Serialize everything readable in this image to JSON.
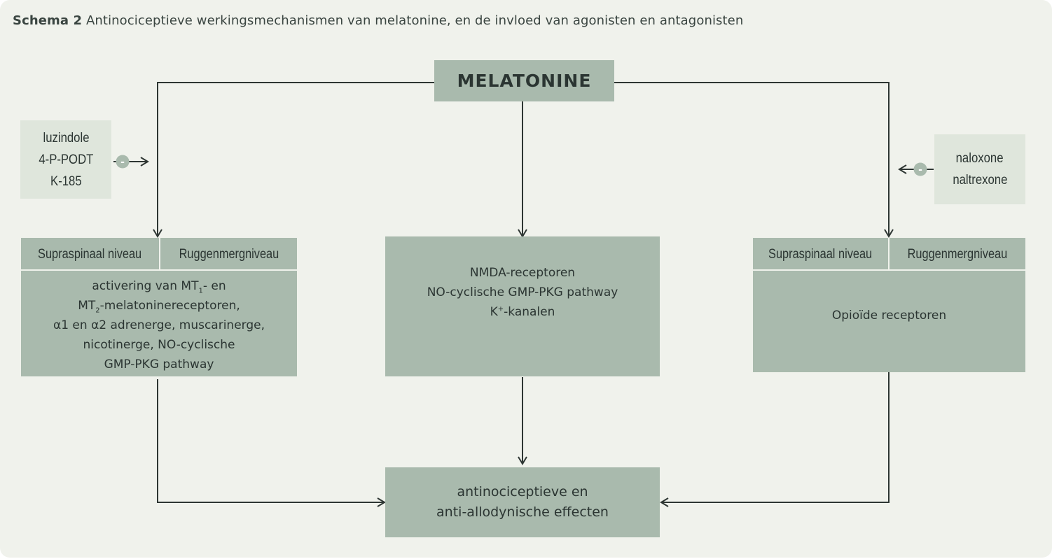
{
  "caption": {
    "label": "Schema 2",
    "text": "Antinociceptieve werkingsmechanismen van melatonine, en de invloed van agonisten en antagonisten"
  },
  "melatonine": "MELATONINE",
  "inhibitor_symbol": "-",
  "left_antagonists": [
    "luzindole",
    "4-P-PODT",
    "K-185"
  ],
  "right_antagonists": [
    "naloxone",
    "naltrexone"
  ],
  "left_box": {
    "header_left": "Supraspinaal niveau",
    "header_right": "Ruggenmergniveau",
    "line1_a": "activering van MT",
    "line1_sub": "1",
    "line1_b": "- en",
    "line2_a": "MT",
    "line2_sub": "2",
    "line2_b": "-melatoninereceptoren,",
    "line3": "α1 en α2 adrenerge, muscarinerge,",
    "line4": "nicotinerge, NO-cyclische",
    "line5": "GMP-PKG pathway"
  },
  "middle_box": {
    "line1": "NMDA-receptoren",
    "line2": "NO-cyclische GMP-PKG pathway",
    "line3_a": "K",
    "line3_sup": "+",
    "line3_b": "-kanalen"
  },
  "right_box": {
    "header_left": "Supraspinaal niveau",
    "header_right": "Ruggenmergniveau",
    "text": "Opioïde receptoren"
  },
  "effects_box": {
    "line1": "antinociceptieve en",
    "line2": "anti-allodynische effecten"
  },
  "colors": {
    "background": "#f0f2ec",
    "box_dark": "#a9baad",
    "box_light": "#dfe6dc",
    "line": "#2e3633",
    "inhibitor_dot": "#a9baad"
  }
}
